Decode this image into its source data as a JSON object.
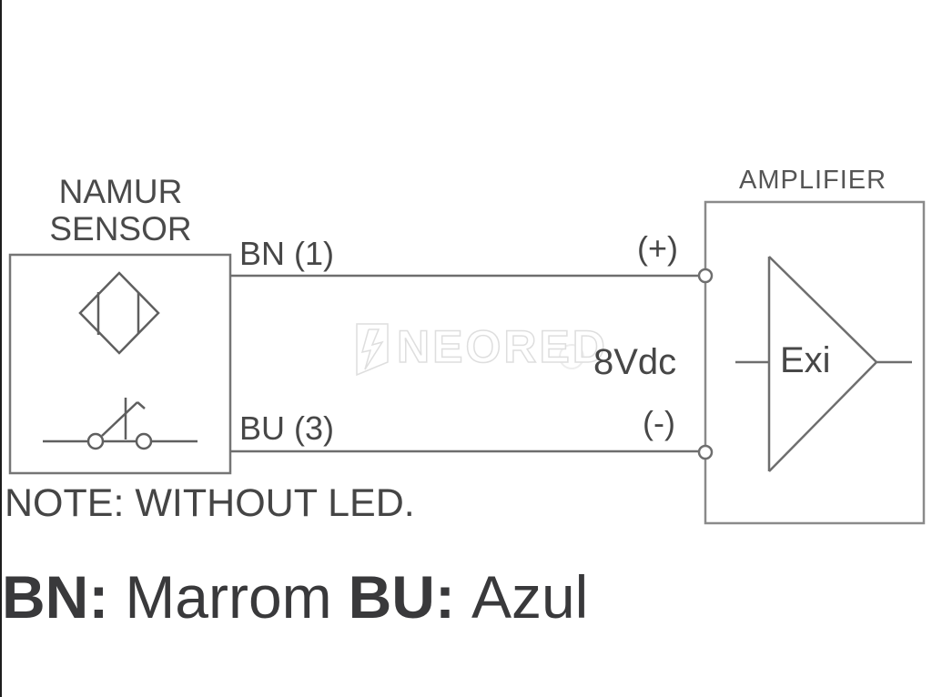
{
  "diagram": {
    "sensor": {
      "title_line1": "NAMUR",
      "title_line2": "SENSOR",
      "note": "NOTE: WITHOUT LED."
    },
    "wires": {
      "top_label": "BN  (1)",
      "bottom_label": "BU (3)",
      "plus_terminal": "(+)",
      "minus_terminal": "(-)",
      "voltage": "8Vdc"
    },
    "amplifier": {
      "title": "AMPLIFIER",
      "gain_label": "Exi"
    },
    "legend": {
      "bn_abbr": "BN:",
      "bn_color": "Marrom",
      "bu_abbr": "BU:",
      "bu_color": "Azul"
    },
    "watermark": {
      "text": "NEORED"
    },
    "colors": {
      "line_gray": "#6e6e6e",
      "symbol_gray": "#5f5f5f",
      "text_gray": "#474747",
      "legend_dark": "#39393b",
      "watermark_gray": "#dedede"
    }
  }
}
